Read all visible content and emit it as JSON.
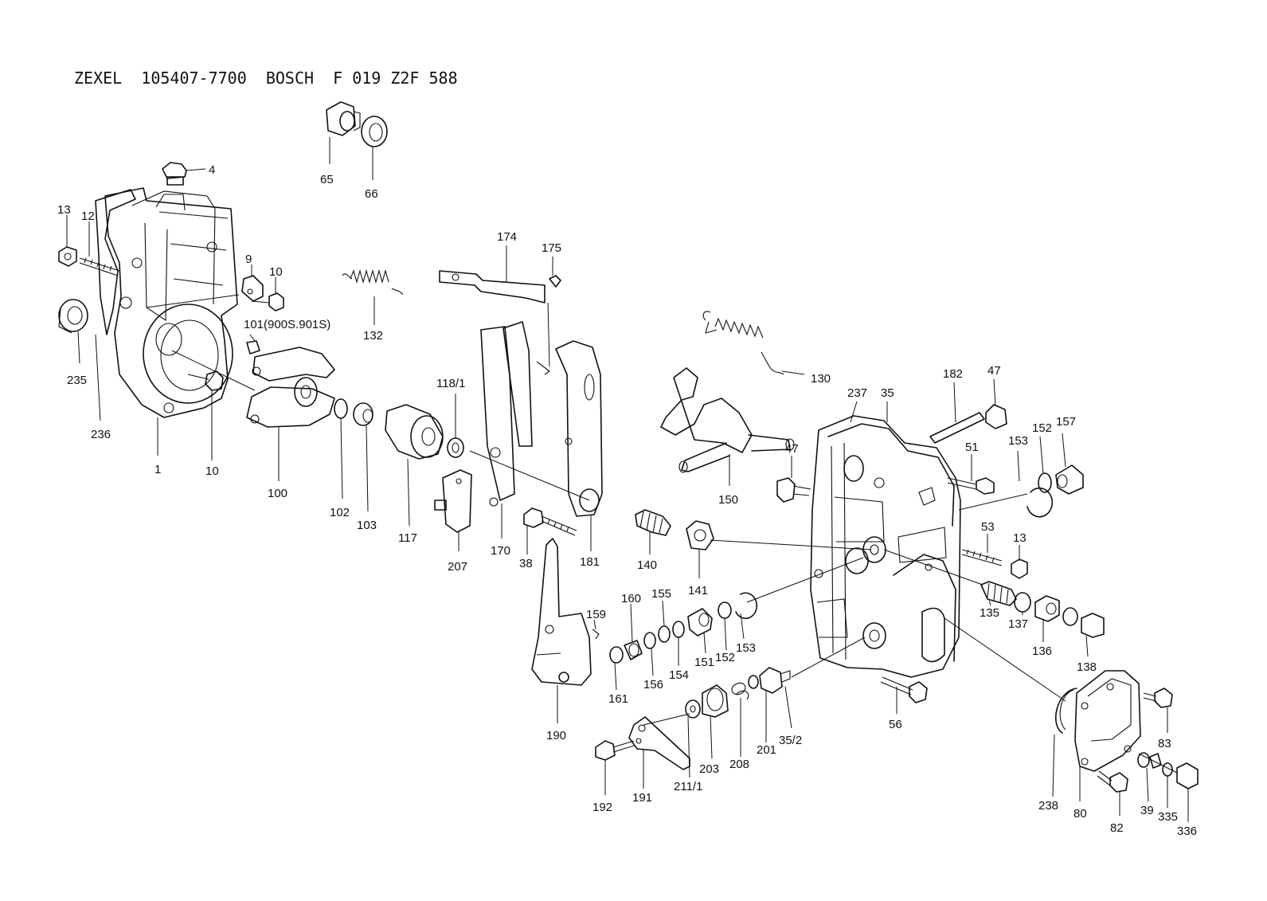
{
  "header": {
    "title": "ZEXEL  105407-7700  BOSCH  F 019 Z2F 588"
  },
  "parts": [
    {
      "id": "p65",
      "label": "65"
    },
    {
      "id": "p66",
      "label": "66"
    },
    {
      "id": "p4",
      "label": "4"
    },
    {
      "id": "p13a",
      "label": "13"
    },
    {
      "id": "p12",
      "label": "12"
    },
    {
      "id": "p9",
      "label": "9"
    },
    {
      "id": "p10a",
      "label": "10"
    },
    {
      "id": "p101",
      "label": "101(900S.901S)"
    },
    {
      "id": "p235",
      "label": "235"
    },
    {
      "id": "p236",
      "label": "236"
    },
    {
      "id": "p1",
      "label": "1"
    },
    {
      "id": "p10b",
      "label": "10"
    },
    {
      "id": "p100",
      "label": "100"
    },
    {
      "id": "p102",
      "label": "102"
    },
    {
      "id": "p103",
      "label": "103"
    },
    {
      "id": "p117",
      "label": "117"
    },
    {
      "id": "p118",
      "label": "118/1"
    },
    {
      "id": "p132",
      "label": "132"
    },
    {
      "id": "p174",
      "label": "174"
    },
    {
      "id": "p175",
      "label": "175"
    },
    {
      "id": "p207",
      "label": "207"
    },
    {
      "id": "p170",
      "label": "170"
    },
    {
      "id": "p38",
      "label": "38"
    },
    {
      "id": "p181",
      "label": "181"
    },
    {
      "id": "p140",
      "label": "140"
    },
    {
      "id": "p141",
      "label": "141"
    },
    {
      "id": "p130",
      "label": "130"
    },
    {
      "id": "p150",
      "label": "150"
    },
    {
      "id": "p237",
      "label": "237"
    },
    {
      "id": "p35",
      "label": "35"
    },
    {
      "id": "p182",
      "label": "182"
    },
    {
      "id": "p47a",
      "label": "47"
    },
    {
      "id": "p47b",
      "label": "47"
    },
    {
      "id": "p51",
      "label": "51"
    },
    {
      "id": "p153a",
      "label": "153"
    },
    {
      "id": "p152a",
      "label": "152"
    },
    {
      "id": "p157",
      "label": "157"
    },
    {
      "id": "p53",
      "label": "53"
    },
    {
      "id": "p13b",
      "label": "13"
    },
    {
      "id": "p159",
      "label": "159"
    },
    {
      "id": "p160",
      "label": "160"
    },
    {
      "id": "p155",
      "label": "155"
    },
    {
      "id": "p161",
      "label": "161"
    },
    {
      "id": "p156",
      "label": "156"
    },
    {
      "id": "p154",
      "label": "154"
    },
    {
      "id": "p151",
      "label": "151"
    },
    {
      "id": "p152b",
      "label": "152"
    },
    {
      "id": "p153b",
      "label": "153"
    },
    {
      "id": "p135",
      "label": "135"
    },
    {
      "id": "p137",
      "label": "137"
    },
    {
      "id": "p136",
      "label": "136"
    },
    {
      "id": "p138",
      "label": "138"
    },
    {
      "id": "p190",
      "label": "190"
    },
    {
      "id": "p56",
      "label": "56"
    },
    {
      "id": "p192",
      "label": "192"
    },
    {
      "id": "p191",
      "label": "191"
    },
    {
      "id": "p211",
      "label": "211/1"
    },
    {
      "id": "p203",
      "label": "203"
    },
    {
      "id": "p208",
      "label": "208"
    },
    {
      "id": "p201",
      "label": "201"
    },
    {
      "id": "p352",
      "label": "35/2"
    },
    {
      "id": "p83",
      "label": "83"
    },
    {
      "id": "p238",
      "label": "238"
    },
    {
      "id": "p80",
      "label": "80"
    },
    {
      "id": "p82",
      "label": "82"
    },
    {
      "id": "p39",
      "label": "39"
    },
    {
      "id": "p335",
      "label": "335"
    },
    {
      "id": "p336",
      "label": "336"
    }
  ]
}
